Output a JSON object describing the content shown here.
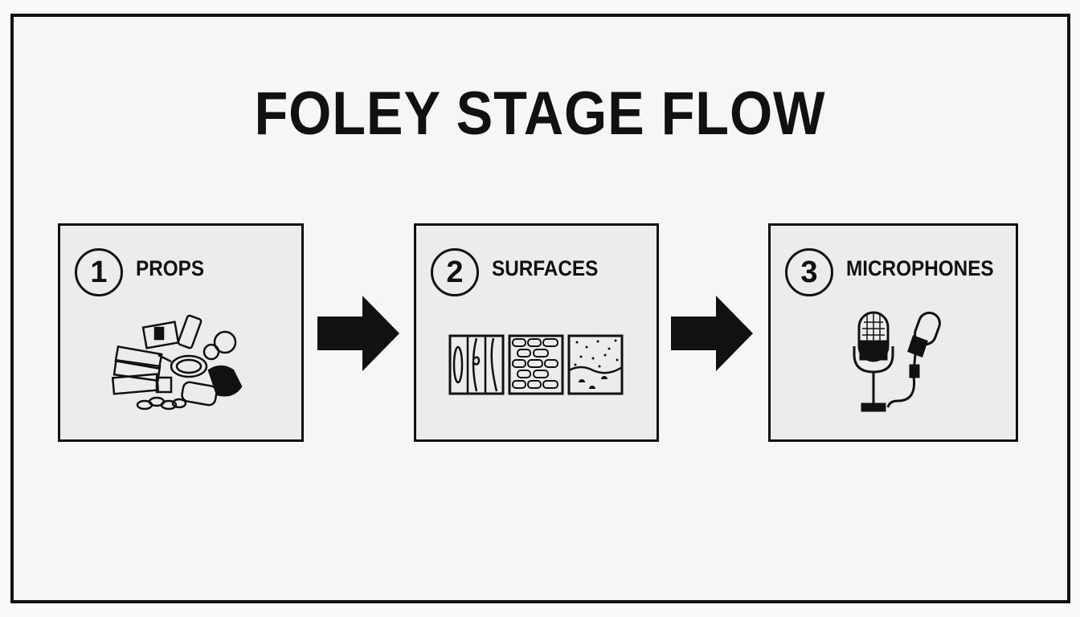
{
  "title": "FOLEY STAGE FLOW",
  "steps": [
    {
      "number": "1",
      "label": "PROPS",
      "icon": "props-pile-icon"
    },
    {
      "number": "2",
      "label": "SURFACES",
      "icon": "surface-textures-icon"
    },
    {
      "number": "3",
      "label": "MICROPHONES",
      "icon": "microphones-icon"
    }
  ],
  "colors": {
    "ink": "#111111",
    "box_fill": "#ececec",
    "background": "#f6f6f6"
  }
}
